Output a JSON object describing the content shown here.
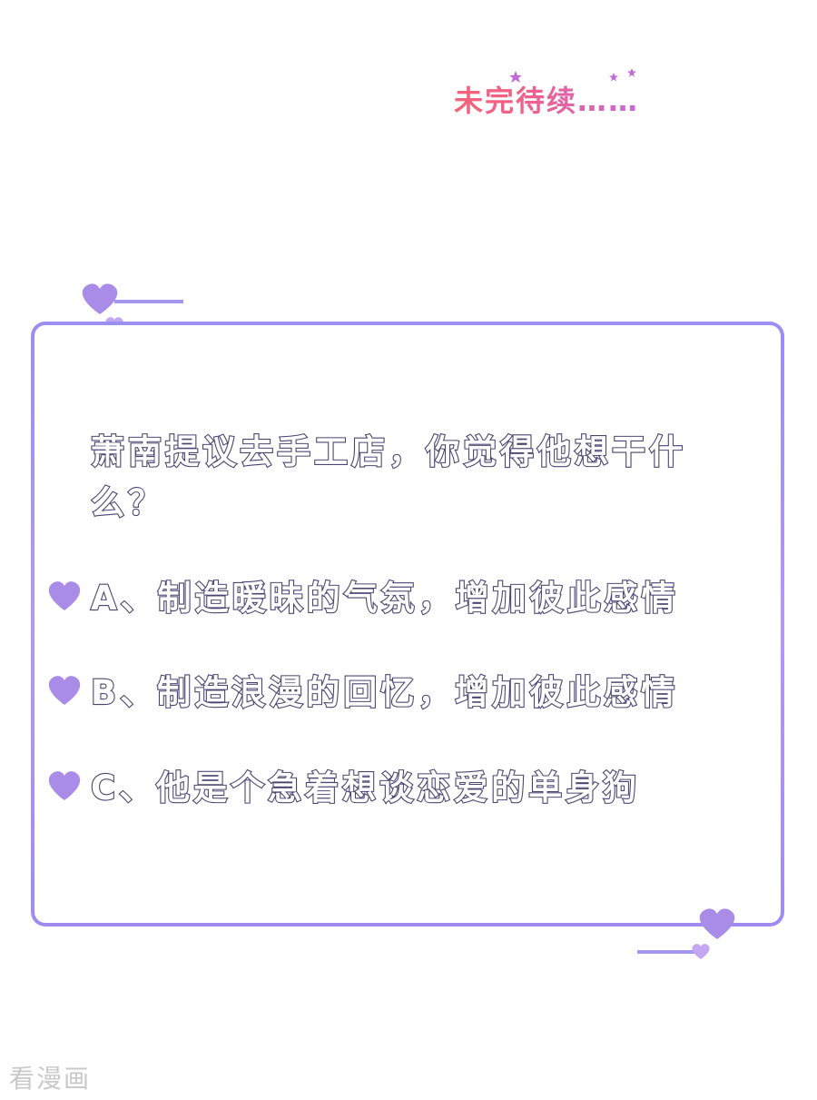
{
  "header": {
    "to_be_continued": "未完待续……"
  },
  "quiz": {
    "question": "萧南提议去手工店，你觉得他想干什么？",
    "options": [
      {
        "text": "A、制造暖昧的气氛，增加彼此感情"
      },
      {
        "text": "B、制造浪漫的回忆，增加彼此感情"
      },
      {
        "text": "C、他是个急着想谈恋爱的单身狗"
      }
    ]
  },
  "watermark": {
    "text": "看漫画"
  },
  "colors": {
    "frame": "#a596f0",
    "heart": "#a889e8",
    "text_outline": "#4a4470",
    "tbc_start": "#f2647a",
    "tbc_end": "#c46ad8",
    "watermark": "#c9c9c9"
  },
  "icons": {
    "decor_heart": "heart-icon",
    "decor_star": "star-icon"
  }
}
